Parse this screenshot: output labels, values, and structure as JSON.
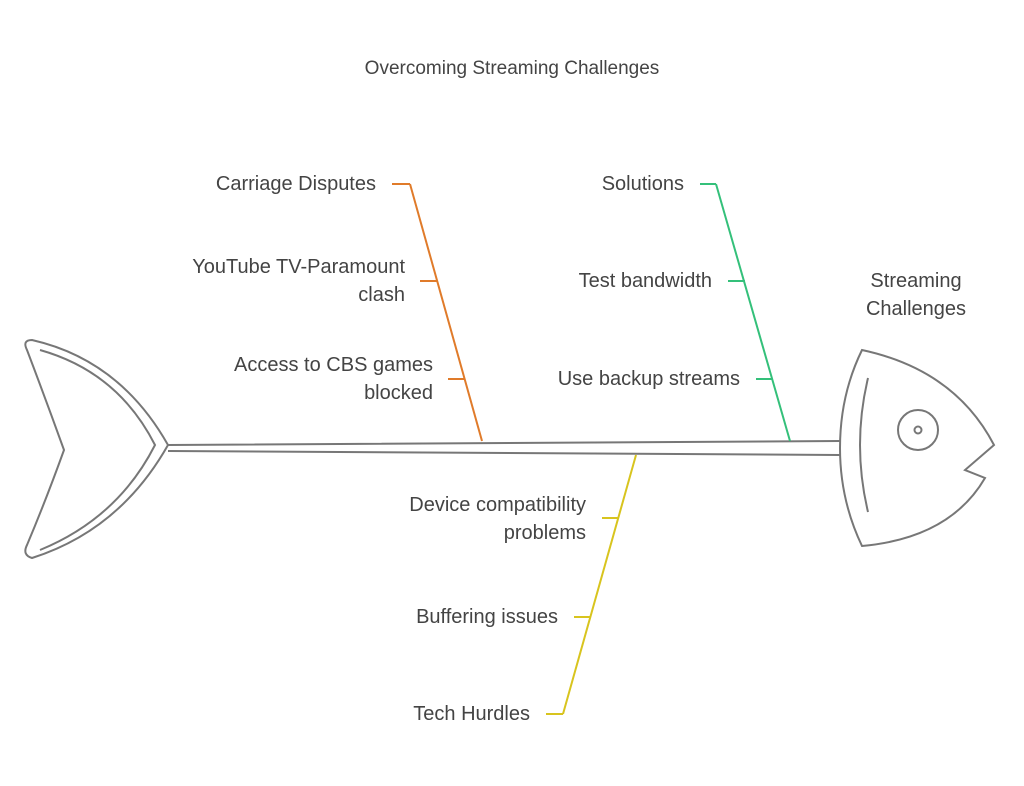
{
  "diagram": {
    "title": "Overcoming Streaming Challenges",
    "head": {
      "label_line1": "Streaming",
      "label_line2": "Challenges"
    },
    "branches": {
      "carriage": {
        "category": "Carriage Disputes",
        "color": "#e07b2a",
        "causes": [
          {
            "line1": "YouTube TV-Paramount",
            "line2": "clash"
          },
          {
            "line1": "Access to CBS games",
            "line2": "blocked"
          }
        ]
      },
      "solutions": {
        "category": "Solutions",
        "color": "#34c07a",
        "causes": [
          {
            "line1": "Test bandwidth"
          },
          {
            "line1": "Use backup streams"
          }
        ]
      },
      "tech": {
        "category": "Tech Hurdles",
        "color": "#d8c41e",
        "causes": [
          {
            "line1": "Device compatibility",
            "line2": "problems"
          },
          {
            "line1": "Buffering issues"
          }
        ]
      }
    }
  }
}
